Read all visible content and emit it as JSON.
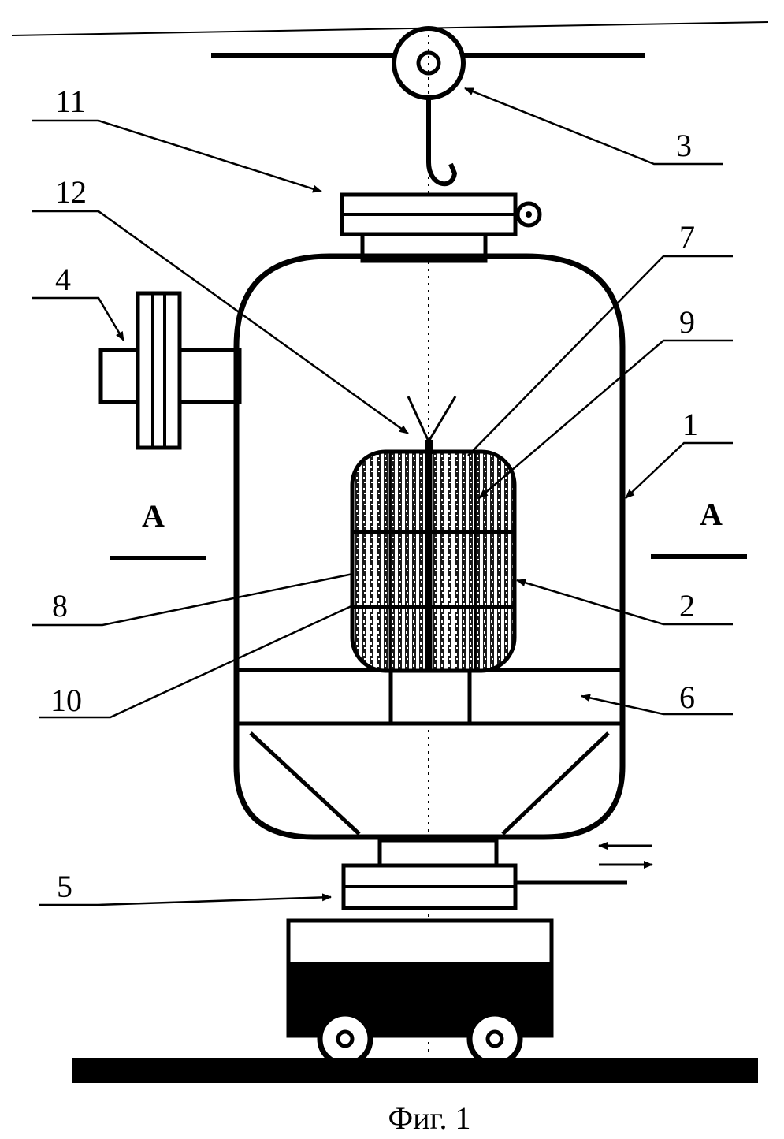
{
  "labels": {
    "l1": "1",
    "l2": "2",
    "l3": "3",
    "l4": "4",
    "l5": "5",
    "l6": "6",
    "l7": "7",
    "l8": "8",
    "l9": "9",
    "l10": "10",
    "l11": "11",
    "l12": "12",
    "section_left": "A",
    "section_right": "A"
  },
  "caption": "Фиг. 1",
  "colors": {
    "ink": "#000000",
    "paper": "#ffffff"
  }
}
